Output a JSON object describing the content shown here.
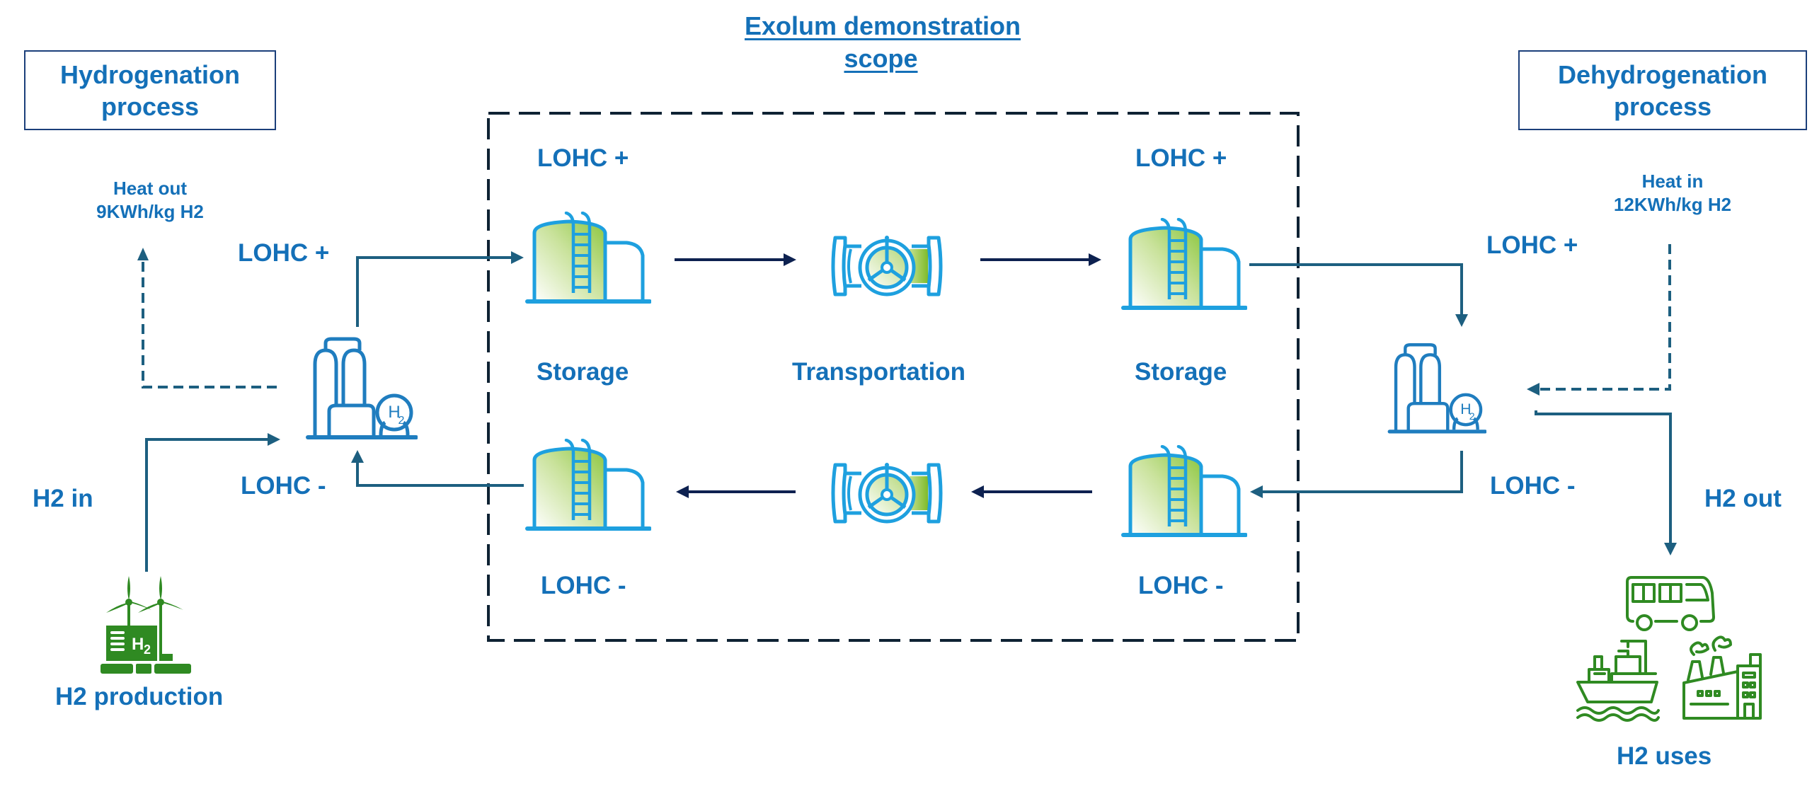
{
  "title": {
    "line1": "Exolum demonstration",
    "line2": "scope"
  },
  "left_process": {
    "box_line1": "Hydrogenation",
    "box_line2": "process",
    "heat_line1": "Heat out",
    "heat_line2": "9KWh/kg H2",
    "lohc_plus": "LOHC +",
    "lohc_minus": "LOHC -",
    "h2_in": "H2 in",
    "h2_source": "H2 production"
  },
  "right_process": {
    "box_line1": "Dehydrogenation",
    "box_line2": "process",
    "heat_line1": "Heat in",
    "heat_line2": "12KWh/kg H2",
    "lohc_plus": "LOHC +",
    "lohc_minus": "LOHC -",
    "h2_out": "H2 out",
    "h2_sink": "H2 uses"
  },
  "scope": {
    "top_left_label": "LOHC +",
    "top_right_label": "LOHC +",
    "bottom_left_label": "LOHC -",
    "bottom_right_label": "LOHC -",
    "stages": [
      "Storage",
      "Transportation",
      "Storage"
    ]
  },
  "icons": {
    "plant": "hydrogen-plant-icon",
    "tank": "storage-tank-icon",
    "transport": "pipeline-valve-icon",
    "production": "wind-hydrogen-production-icon",
    "uses": [
      "bus-icon",
      "cargo-ship-icon",
      "factory-icon"
    ]
  },
  "colors": {
    "text": "#1470b8",
    "flow_line": "#1d5f80",
    "transport_arrow": "#0d2150",
    "scope_border": "#0e2233",
    "box_border": "#1b3f7a",
    "icon_blue": "#1ea0df",
    "icon_plant": "#1f7dbf",
    "icon_green": "#2f8a22",
    "tank_fill": "#8cc63f"
  }
}
